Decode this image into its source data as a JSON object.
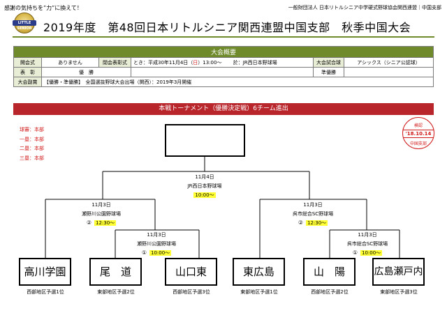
{
  "header": {
    "slogan": "感謝の気持ちを”力”に換えて！",
    "organization": "一般財団法人 日本リトルシニア中学硬式野球協会関西連盟｜中国支部",
    "title": "2019年度　第48回日本リトルシニア関西連盟中国支部　秋季中国大会",
    "logo_text": "LITTLE SENIOR"
  },
  "overview": {
    "heading": "大会概要",
    "opening_label": "開会式",
    "opening_value": "ありません",
    "closing_label": "閉会表彰式",
    "closing_date": "とき：平成30年11月4日（",
    "closing_day": "日",
    "closing_time": "）13:00～",
    "closing_place": "於：JR西日本野球場",
    "ball_label": "大会試合球",
    "ball_value": "アシックス（シニア公認球）",
    "award_label": "表　彰",
    "winner_label": "優　勝",
    "runnerup_label": "準優勝",
    "prize_label": "大会副賞",
    "prize_value": "【優勝・準優勝】　全国選抜野球大会出場（関西）：2019年3月開催"
  },
  "tournament": {
    "heading": "本戦トーナメント（優勝決定戦）6チーム進出",
    "umpires": [
      "球審：本部",
      "一塁：本部",
      "二塁：本部",
      "三塁：本部"
    ],
    "stamp": {
      "line1": "検認",
      "line2": "'18.10.14",
      "line3": "中国支部"
    },
    "final": {
      "date": "11月4日",
      "venue": "JR西日本野球場",
      "time": "10:00～"
    },
    "semi_left": {
      "date": "11月3日",
      "venue": "瀬野川公園野球場",
      "no": "②",
      "time": "12:30～"
    },
    "semi_right": {
      "date": "11月3日",
      "venue": "呉市総合SC野球場",
      "no": "②",
      "time": "12:30～"
    },
    "qf_left": {
      "date": "11月3日",
      "venue": "瀬野川公園野球場",
      "no": "①",
      "time": "10:00～"
    },
    "qf_right": {
      "date": "11月3日",
      "venue": "呉市総合SC野球場",
      "no": "①",
      "time": "10:00～"
    },
    "teams": [
      {
        "name": "高川学園",
        "rank": "西部地区予選1位"
      },
      {
        "name": "尾　道",
        "rank": "東部地区予選2位"
      },
      {
        "name": "山口東",
        "rank": "西部地区予選3位"
      },
      {
        "name": "東広島",
        "rank": "東部地区予選1位"
      },
      {
        "name": "山　陽",
        "rank": "西部地区予選2位"
      },
      {
        "name": "広島瀬戸内",
        "rank": "東部地区予選3位"
      }
    ]
  }
}
